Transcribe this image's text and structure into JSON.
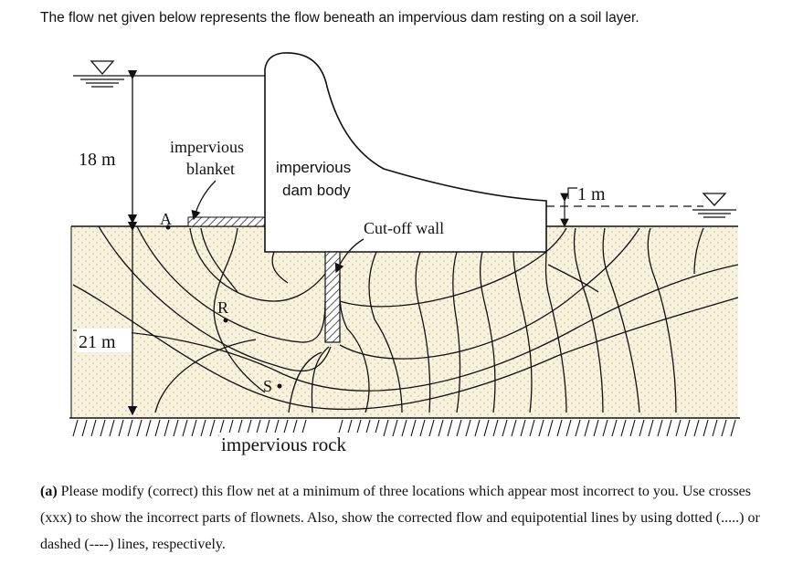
{
  "intro": "The flow net given below represents the flow beneath an impervious dam resting on a soil layer.",
  "diagram": {
    "upstream_head": "18 m",
    "layer_thickness": "21 m",
    "blanket_line1": "impervious",
    "blanket_line2": "blanket",
    "dam_line1": "impervious",
    "dam_line2": "dam body",
    "cutoff": "Cut-off wall",
    "downstream_head": "1 m",
    "point_a": "A",
    "point_r": "R",
    "point_s": "S",
    "base": "impervious rock"
  },
  "task": {
    "label": "(a)",
    "text": " Please modify (correct) this flow net at a minimum of three locations which appear most incorrect to you. Use crosses (xxx) to show the incorrect parts of flownets. Also, show the corrected flow and equipotential lines by using dotted (.....) or dashed (----) lines, respectively."
  }
}
